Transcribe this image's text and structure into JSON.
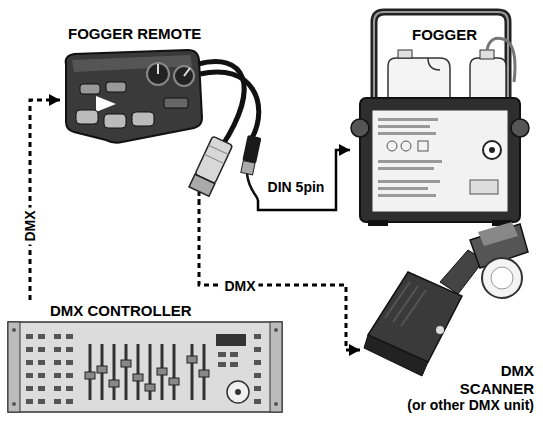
{
  "diagram": {
    "nodes": [
      {
        "text": [
          "FOGGER REMOTE"
        ]
      },
      {
        "text": [
          "FOGGER"
        ]
      },
      {
        "text": [
          "DMX CONTROLLER"
        ]
      },
      {
        "text": [
          "DMX SCANNER",
          "(or other DMX unit)"
        ]
      }
    ],
    "edges": [
      {
        "from": 2,
        "to": 0,
        "label": "DMX",
        "arrow": "to"
      },
      {
        "from": 0,
        "to": 1,
        "label": "DIN 5pin",
        "arrow": "to"
      },
      {
        "from": 0,
        "to": 3,
        "label": "DMX",
        "arrow": "to"
      }
    ]
  }
}
